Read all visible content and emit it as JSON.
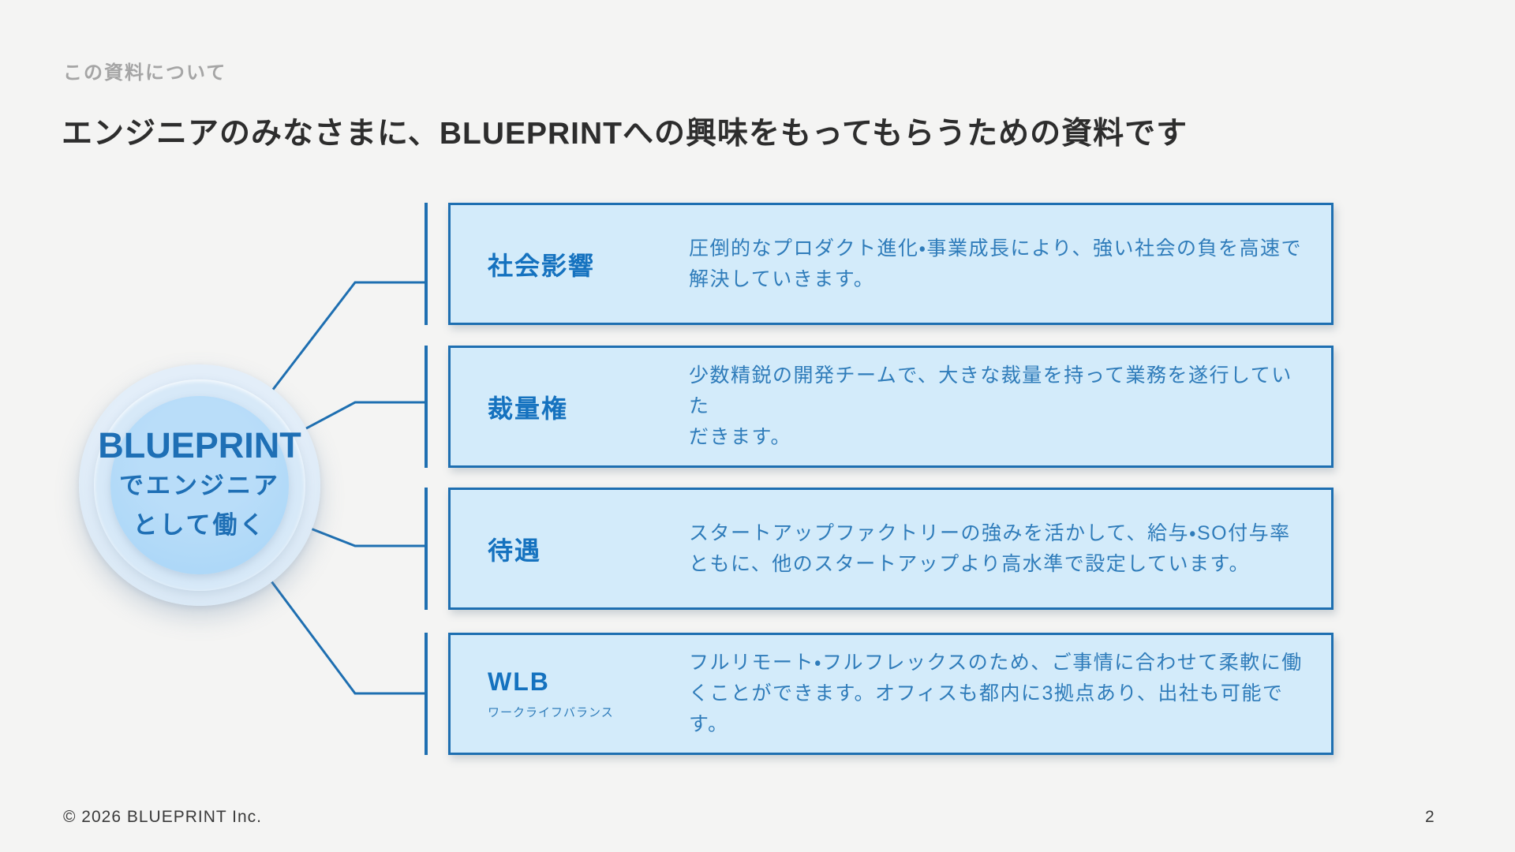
{
  "page": {
    "eyebrow": "この資料について",
    "title": "エンジニアのみなさまに、BLUEPRINTへの興味をもってもらうための資料です",
    "footer_copyright": "© 2026 BLUEPRINT Inc.",
    "page_number": "2"
  },
  "hub": {
    "line1": "BLUEPRINT",
    "line2": "でエンジニア",
    "line3": "として働く"
  },
  "items": [
    {
      "label": "社会影響",
      "sublabel": "",
      "description": "圧倒的なプロダクト進化・事業成長により、強い社会の負を高速で\n解決していきます。"
    },
    {
      "label": "裁量権",
      "sublabel": "",
      "description": "少数精鋭の開発チームで、大きな裁量を持って業務を遂行していた\nだきます。"
    },
    {
      "label": "待遇",
      "sublabel": "",
      "description": "スタートアップファクトリーの強みを活かして、給与・SO付与率\nともに、他のスタートアップより高水準で設定しています。"
    },
    {
      "label": "WLB",
      "sublabel": "ワークライフバランス",
      "description": "フルリモート・フルフレックスのため、ご事情に合わせて柔軟に働\nくことができます。オフィスも都内に3拠点あり、出社も可能です。"
    }
  ],
  "colors": {
    "background": "#f4f4f3",
    "title_text": "#2d2d2d",
    "eyebrow_text": "#a5a5a5",
    "card_fill": "#d3ebfa",
    "card_border": "#1e6fb1",
    "label_blue": "#1572bf",
    "description_blue": "#2f7cba",
    "hub_fill": "#a7d5f7",
    "hub_text": "#1e6fb5",
    "connector": "#1e6fb1"
  }
}
